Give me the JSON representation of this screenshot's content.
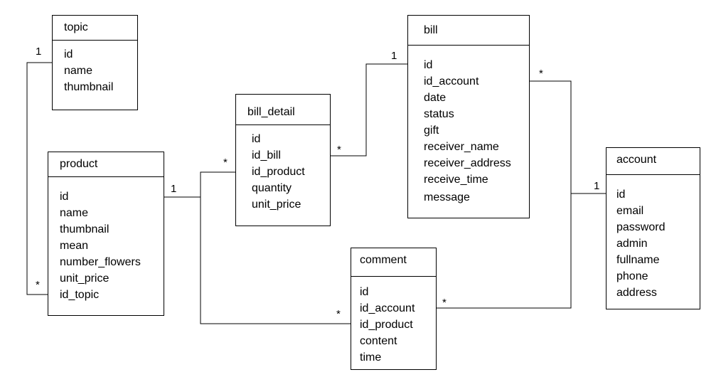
{
  "entities": {
    "topic": {
      "name": "topic",
      "fields": [
        "id",
        "name",
        "thumbnail"
      ]
    },
    "product": {
      "name": "product",
      "fields": [
        "id",
        "name",
        "thumbnail",
        "mean",
        "number_flowers",
        "unit_price",
        "id_topic"
      ]
    },
    "bill_detail": {
      "name": "bill_detail",
      "fields": [
        "id",
        "id_bill",
        "id_product",
        "quantity",
        "unit_price"
      ]
    },
    "bill": {
      "name": "bill",
      "fields": [
        "id",
        "id_account",
        "date",
        "status",
        "gift",
        "receiver_name",
        "receiver_address",
        "receive_time",
        "message"
      ]
    },
    "comment": {
      "name": "comment",
      "fields": [
        "id",
        "id_account",
        "id_product",
        "content",
        "time"
      ]
    },
    "account": {
      "name": "account",
      "fields": [
        "id",
        "email",
        "password",
        "admin",
        "fullname",
        "phone",
        "address"
      ]
    }
  },
  "relationships": [
    {
      "name": "topic-product",
      "from_label": "1",
      "to_label": "*"
    },
    {
      "name": "product-bill-detail",
      "from_label": "1",
      "to_label": "*"
    },
    {
      "name": "product-comment",
      "from_label": "1",
      "to_label": "*"
    },
    {
      "name": "bill-bill-detail",
      "from_label": "1",
      "to_label": "*"
    },
    {
      "name": "account-bill",
      "from_label": "1",
      "to_label": "*"
    },
    {
      "name": "account-comment",
      "from_label": "1",
      "to_label": "*"
    }
  ]
}
